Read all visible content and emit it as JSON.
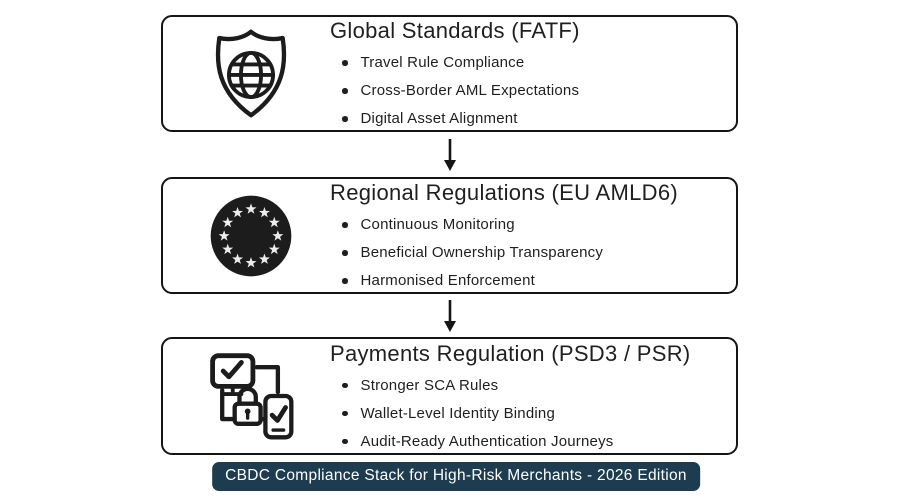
{
  "colors": {
    "canvas-bg": "#ffffff",
    "box-border": "#151515",
    "text": "#1f1f1f",
    "icon": "#1c1c1c",
    "eu-star": "#ededed",
    "badge-bg": "#1d3c50",
    "badge-text": "#ffffff"
  },
  "boxes": [
    {
      "title": "Global Standards (FATF)",
      "icon": "shield-globe-icon",
      "bullets": [
        "Travel Rule Compliance",
        "Cross-Border AML Expectations",
        "Digital Asset Alignment"
      ]
    },
    {
      "title": "Regional Regulations (EU AMLD6)",
      "icon": "eu-flag-icon",
      "bullets": [
        "Continuous Monitoring",
        "Beneficial Ownership Transparency",
        "Harmonised Enforcement"
      ]
    },
    {
      "title": "Payments Regulation (PSD3 / PSR)",
      "icon": "devices-lock-icon",
      "bullets": [
        "Stronger SCA Rules",
        "Wallet-Level Identity Binding",
        "Audit-Ready Authentication Journeys"
      ]
    }
  ],
  "badge": {
    "label": "CBDC Compliance Stack for High-Risk Merchants - 2026 Edition"
  }
}
